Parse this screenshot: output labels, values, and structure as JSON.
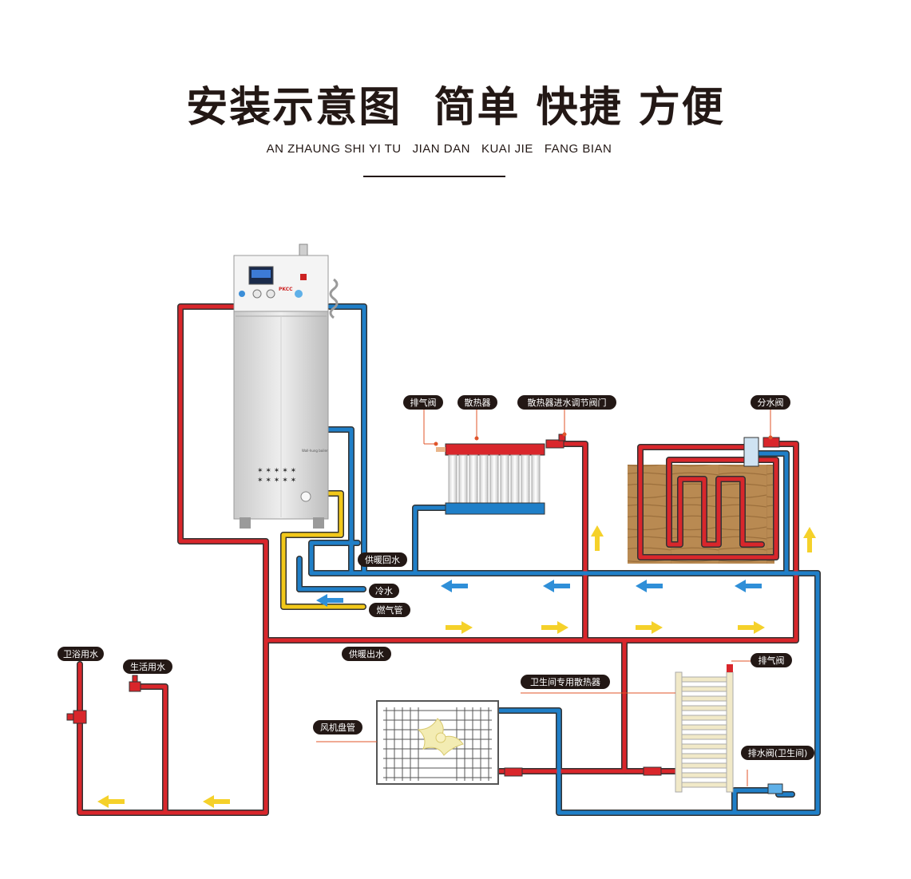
{
  "header": {
    "title": "安装示意图  简单 快捷 方便",
    "subtitle": "AN ZHAUNG SHI YI TU   JIAN DAN   KUAI JIE   FANG BIAN"
  },
  "labels": {
    "vent_valve_top": "排气阀",
    "radiator": "散热器",
    "radiator_inlet_valve": "散热器进水调节阀门",
    "manifold": "分水阀",
    "heating_return": "供暖回水",
    "cold_water": "冷水",
    "gas_pipe": "燃气管",
    "heating_supply": "供暖出水",
    "bath_water": "卫浴用水",
    "domestic_water": "生活用水",
    "bathroom_radiator": "卫生间专用散热器",
    "vent_valve_bathroom": "排气阀",
    "fan_coil": "风机盘管",
    "drain_valve": "排水阀(卫生间)"
  },
  "boiler": {
    "brand_text": "PKCC",
    "panel_text": "Wall-hung boiler"
  },
  "colors": {
    "hot_pipe": "#d9262b",
    "cold_pipe": "#1f7fc8",
    "gas_pipe": "#f2c81a",
    "pipe_outline": "#333333",
    "label_bg": "#231815",
    "arrow_blue": "#2f8fd8",
    "arrow_yellow": "#f5d12a",
    "wood_floor": "#b98a52"
  },
  "icons": [
    "boiler-unit",
    "radiator",
    "floor-heating-coil",
    "fan-coil-unit",
    "towel-radiator",
    "valve-icon",
    "arrow-left-icon",
    "arrow-right-icon",
    "arrow-up-icon"
  ]
}
